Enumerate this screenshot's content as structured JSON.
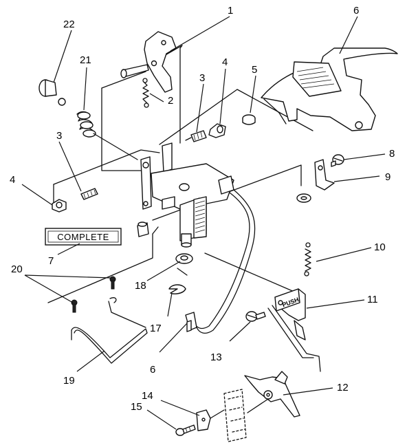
{
  "diagram": {
    "complete_box_label": "COMPLETE",
    "push_label": "PUSH",
    "callouts": {
      "c1": "1",
      "c2": "2",
      "c3a": "3",
      "c3b": "3",
      "c4a": "4",
      "c4b": "4",
      "c5": "5",
      "c6a": "6",
      "c6b": "6",
      "c7": "7",
      "c8": "8",
      "c9": "9",
      "c10": "10",
      "c11": "11",
      "c12": "12",
      "c13": "13",
      "c14": "14",
      "c15": "15",
      "c17": "17",
      "c18": "18",
      "c19": "19",
      "c20": "20",
      "c21": "21",
      "c22": "22"
    }
  }
}
